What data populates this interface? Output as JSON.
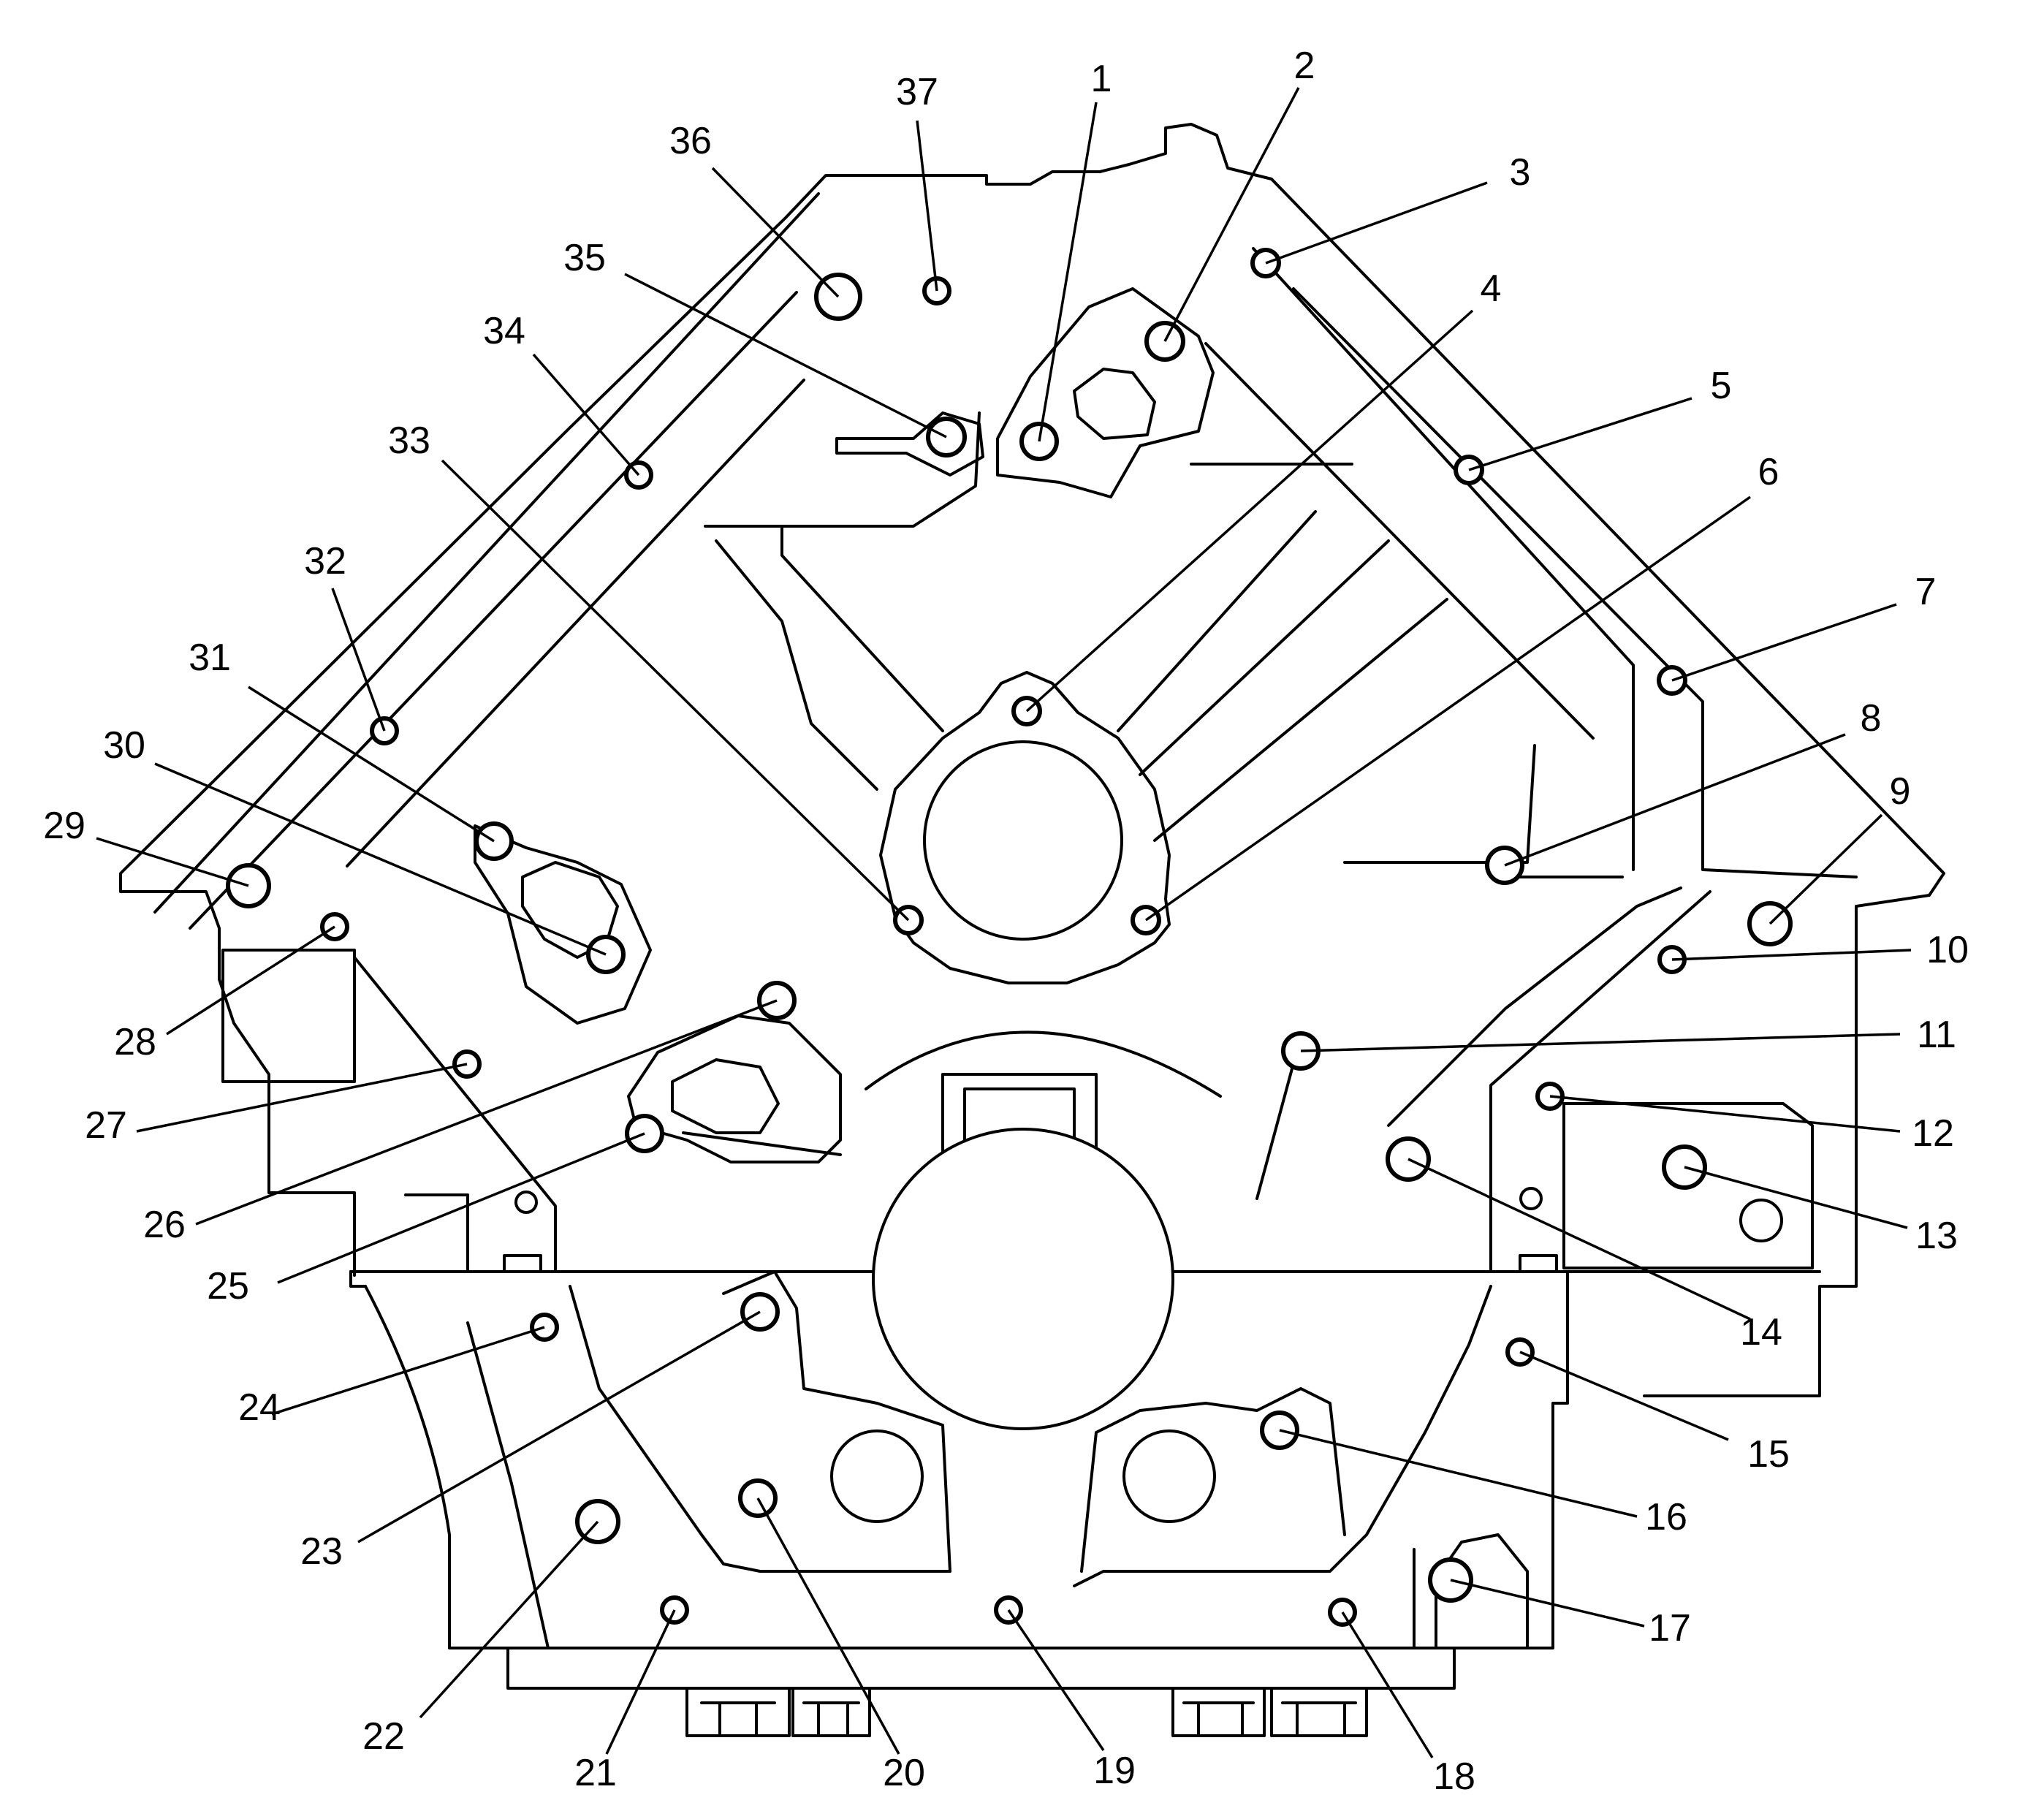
{
  "callouts": [
    {
      "id": 1,
      "label": "1"
    },
    {
      "id": 2,
      "label": "2"
    },
    {
      "id": 3,
      "label": "3"
    },
    {
      "id": 4,
      "label": "4"
    },
    {
      "id": 5,
      "label": "5"
    },
    {
      "id": 6,
      "label": "6"
    },
    {
      "id": 7,
      "label": "7"
    },
    {
      "id": 8,
      "label": "8"
    },
    {
      "id": 9,
      "label": "9"
    },
    {
      "id": 10,
      "label": "10"
    },
    {
      "id": 11,
      "label": "11"
    },
    {
      "id": 12,
      "label": "12"
    },
    {
      "id": 13,
      "label": "13"
    },
    {
      "id": 14,
      "label": "14"
    },
    {
      "id": 15,
      "label": "15"
    },
    {
      "id": 16,
      "label": "16"
    },
    {
      "id": 17,
      "label": "17"
    },
    {
      "id": 18,
      "label": "18"
    },
    {
      "id": 19,
      "label": "19"
    },
    {
      "id": 20,
      "label": "20"
    },
    {
      "id": 21,
      "label": "21"
    },
    {
      "id": 22,
      "label": "22"
    },
    {
      "id": 23,
      "label": "23"
    },
    {
      "id": 24,
      "label": "24"
    },
    {
      "id": 25,
      "label": "25"
    },
    {
      "id": 26,
      "label": "26"
    },
    {
      "id": 27,
      "label": "27"
    },
    {
      "id": 28,
      "label": "28"
    },
    {
      "id": 29,
      "label": "29"
    },
    {
      "id": 30,
      "label": "30"
    },
    {
      "id": 31,
      "label": "31"
    },
    {
      "id": 32,
      "label": "32"
    },
    {
      "id": 33,
      "label": "33"
    },
    {
      "id": 34,
      "label": "34"
    },
    {
      "id": 35,
      "label": "35"
    },
    {
      "id": 36,
      "label": "36"
    },
    {
      "id": 37,
      "label": "37"
    }
  ]
}
